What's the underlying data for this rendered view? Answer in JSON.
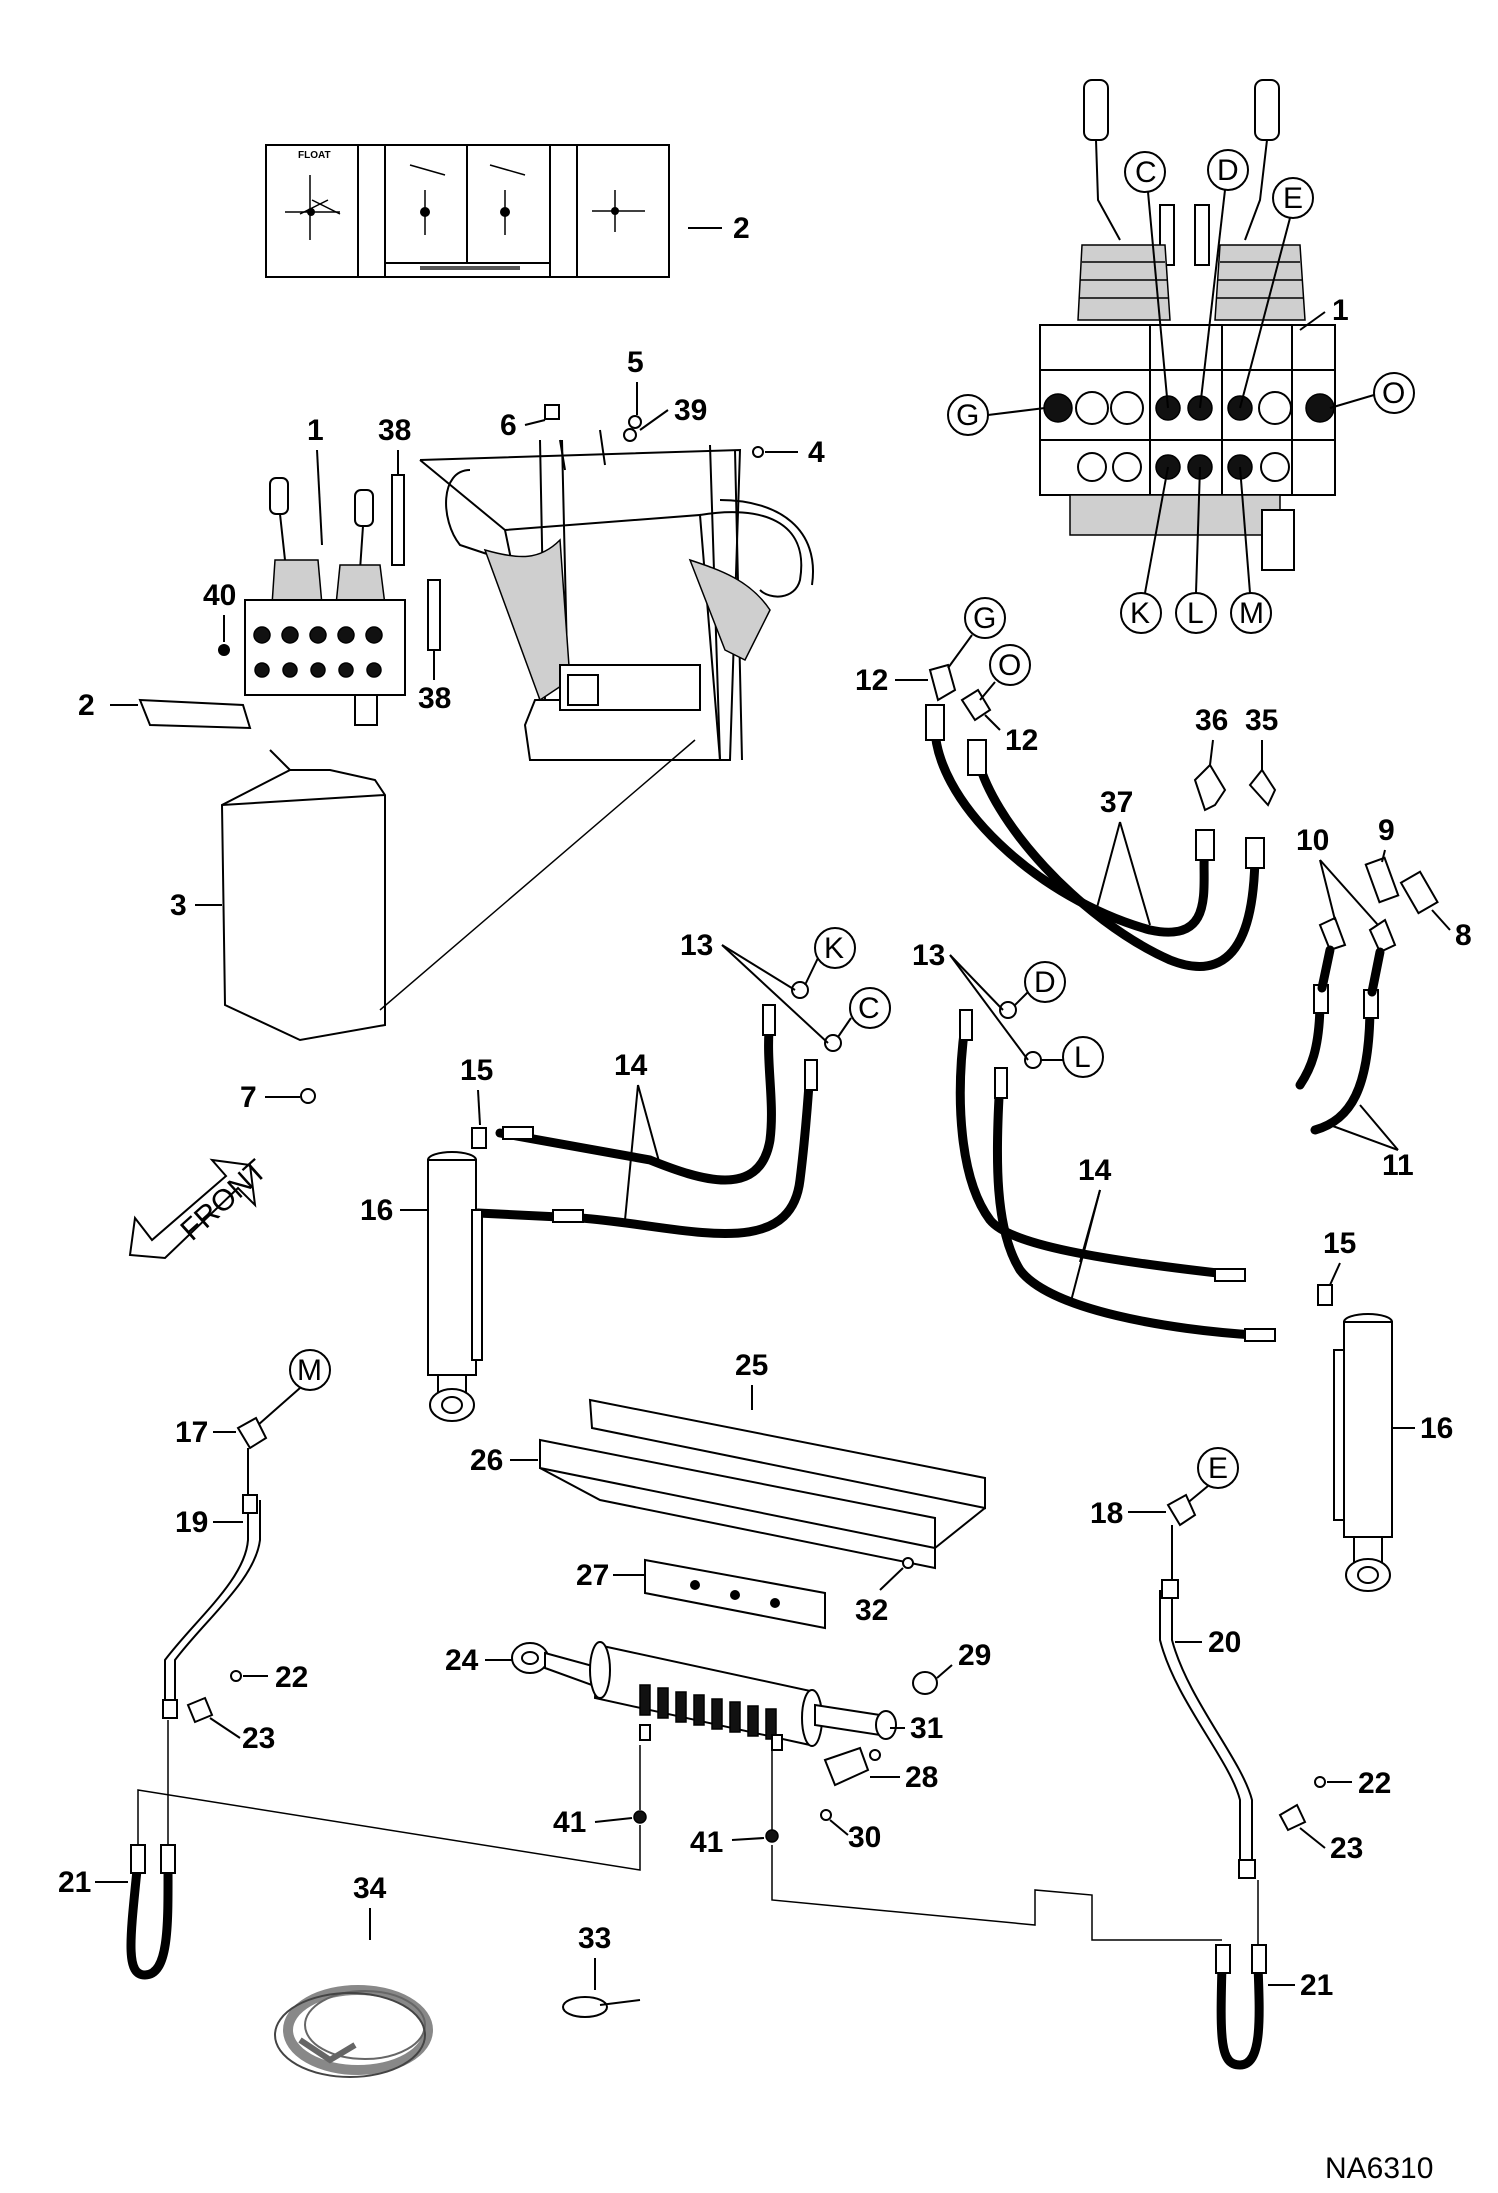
{
  "figure_ref": "NA6310",
  "decal_text": "FLOAT",
  "port_letters": [
    "C",
    "D",
    "E",
    "G",
    "O",
    "K",
    "L",
    "M"
  ],
  "callouts": {
    "n1a": "1",
    "n1b": "1",
    "n2a": "2",
    "n2b": "2",
    "n3": "3",
    "n4": "4",
    "n5": "5",
    "n6": "6",
    "n7": "7",
    "n8": "8",
    "n9": "9",
    "n10": "10",
    "n11": "11",
    "n12a": "12",
    "n12b": "12",
    "n13a": "13",
    "n13b": "13",
    "n14a": "14",
    "n14b": "14",
    "n15a": "15",
    "n15b": "15",
    "n16a": "16",
    "n16b": "16",
    "n17": "17",
    "n18": "18",
    "n19": "19",
    "n20": "20",
    "n21a": "21",
    "n21b": "21",
    "n22a": "22",
    "n22b": "22",
    "n23a": "23",
    "n23b": "23",
    "n24": "24",
    "n25": "25",
    "n26": "26",
    "n27": "27",
    "n28": "28",
    "n29": "29",
    "n30": "30",
    "n31": "31",
    "n32": "32",
    "n33": "33",
    "n34": "34",
    "n35": "35",
    "n36": "36",
    "n37": "37",
    "n38a": "38",
    "n38b": "38",
    "n39": "39",
    "n40": "40",
    "n41a": "41",
    "n41b": "41"
  },
  "front_label": "FRONT"
}
